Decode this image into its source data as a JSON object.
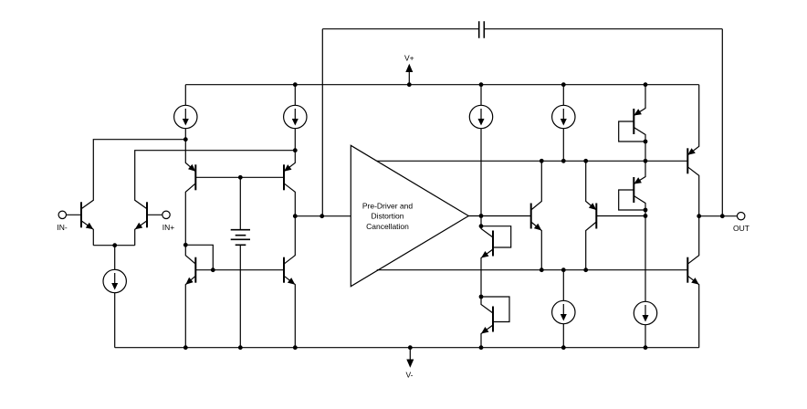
{
  "labels": {
    "v_plus": "V+",
    "v_minus": "V-",
    "in_neg": "IN-",
    "in_pos": "IN+",
    "out": "OUT"
  },
  "amplifier_block": {
    "line1": "Pre-Driver and",
    "line2": "Distortion",
    "line3": "Cancellation"
  },
  "colors": {
    "line": "#000000",
    "background": "#ffffff"
  }
}
